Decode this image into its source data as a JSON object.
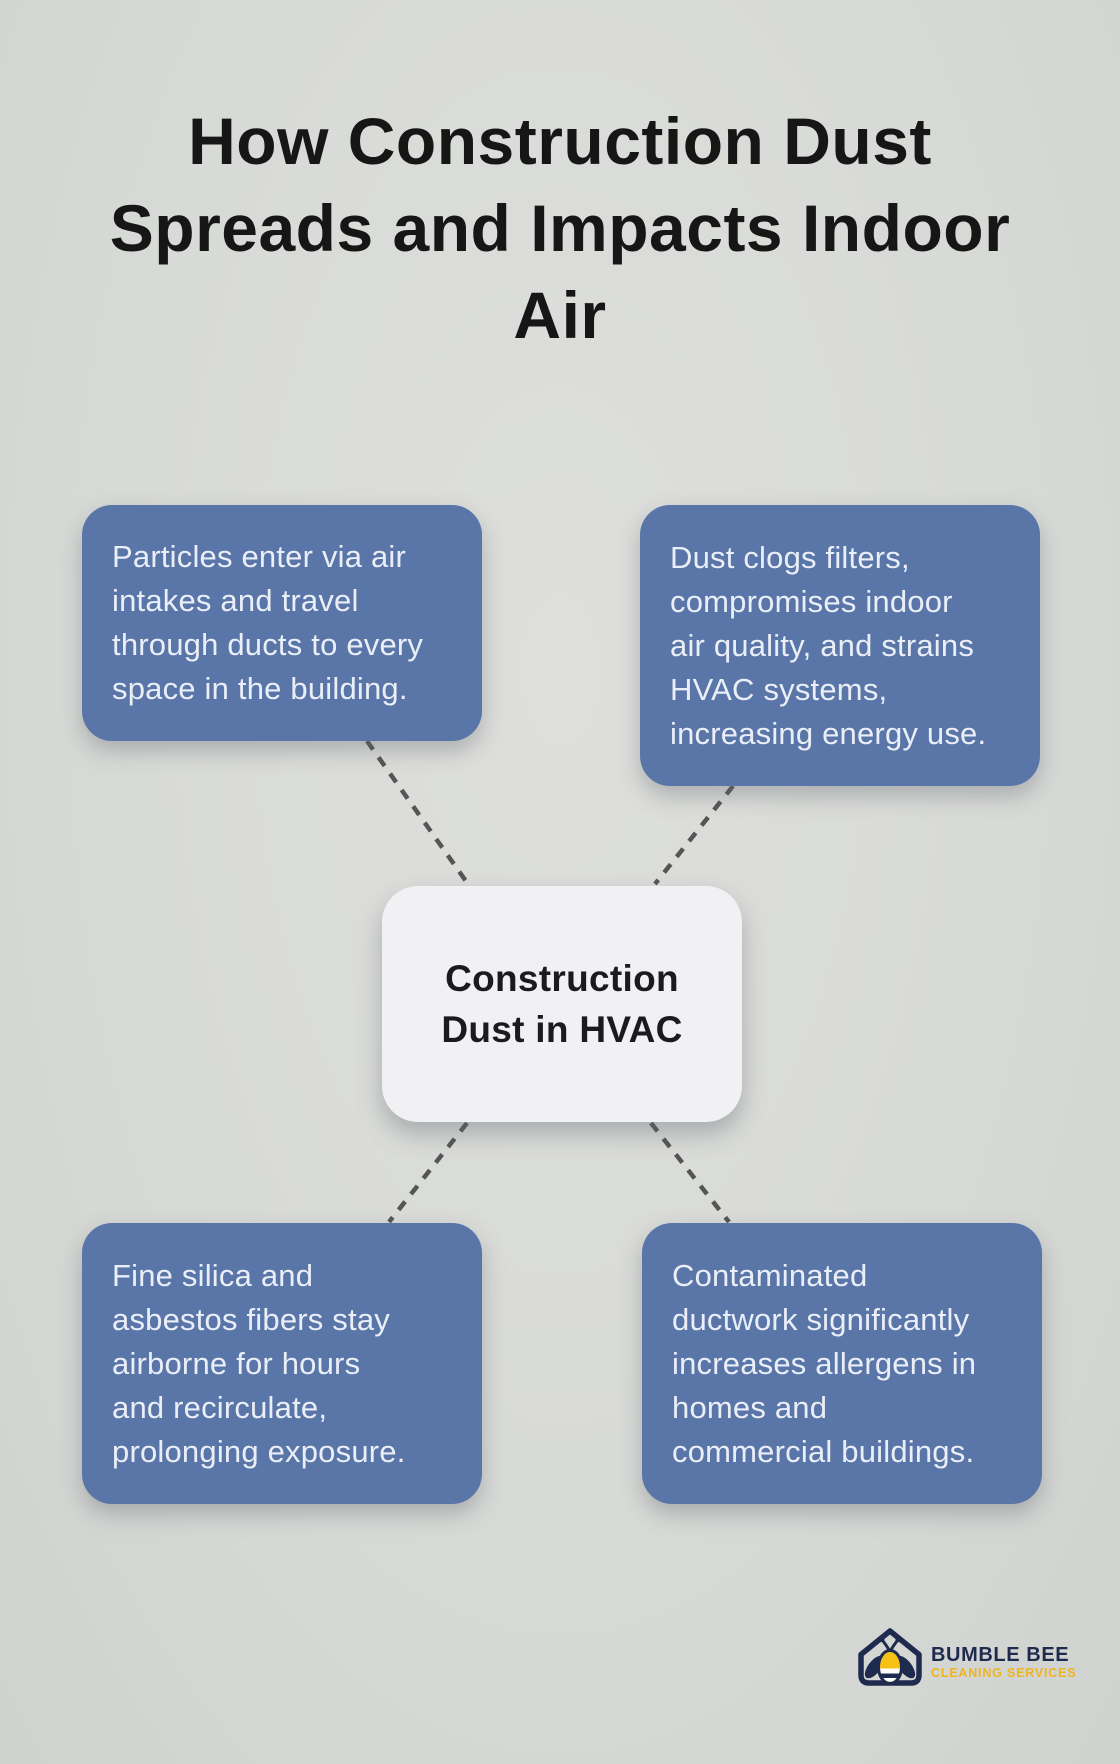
{
  "page": {
    "title": "How Construction Dust\nSpreads and Impacts Indoor\nAir"
  },
  "diagram": {
    "center_label": "Construction\nDust in HVAC",
    "nodes": [
      {
        "position": "top-left",
        "text": "Particles enter via air\nintakes and travel\nthrough ducts to every\nspace in the building."
      },
      {
        "position": "top-right",
        "text": "Dust clogs filters,\ncompromises indoor\nair quality, and strains\nHVAC systems,\nincreasing energy use."
      },
      {
        "position": "bottom-left",
        "text": "Fine silica and\nasbestos fibers stay\nairborne for hours\nand recirculate,\nprolonging exposure."
      },
      {
        "position": "bottom-right",
        "text": "Contaminated\nductwork significantly\nincreases allergens in\nhomes and\ncommercial buildings."
      }
    ],
    "connector_style": "dashed"
  },
  "logo": {
    "name": "BUMBLE BEE",
    "tagline": "CLEANING SERVICES"
  },
  "colors": {
    "background": "#d8dad7",
    "node_fill": "#5a76a8",
    "node_text": "#e9eef7",
    "center_fill": "#f1f1f3",
    "center_text": "#1b1b1d",
    "title_text": "#161616",
    "connector": "#555555",
    "logo_navy": "#1f2b4e",
    "logo_gold": "#f0b41e",
    "bee_yellow": "#f6c216"
  }
}
